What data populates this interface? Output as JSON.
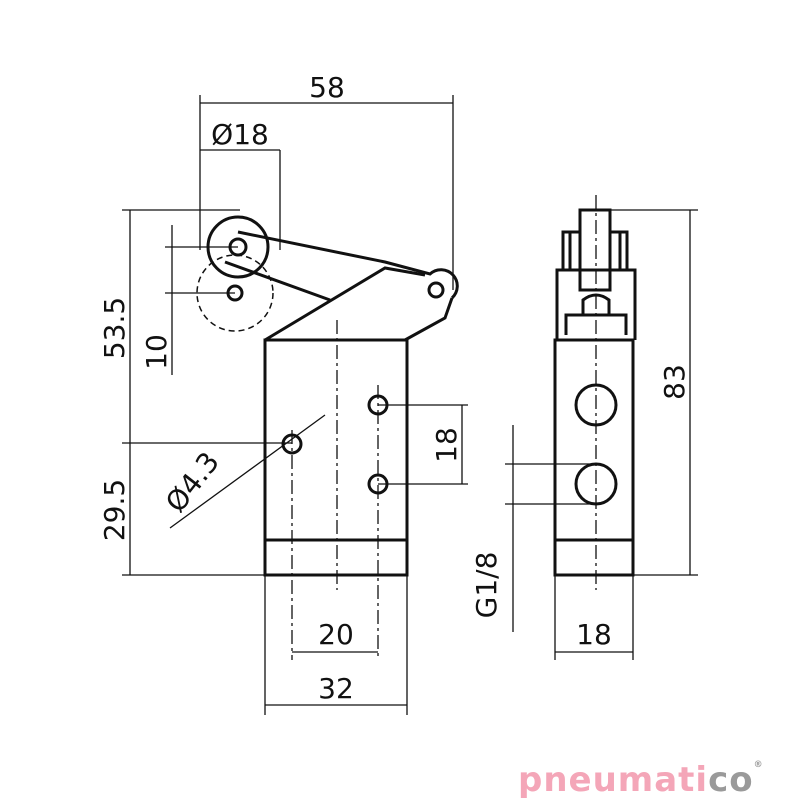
{
  "dimensions": {
    "overall_width": "58",
    "roller_diameter": "Ø18",
    "height_upper": "53.5",
    "roller_travel": "10",
    "height_lower": "29.5",
    "mount_hole": "Ø4.3",
    "hole_spacing": "18",
    "mount_spacing": "20",
    "body_width": "32",
    "port_thread": "G1/8",
    "side_width": "18",
    "overall_height": "83"
  },
  "logo": {
    "part1": "pneumati",
    "part2": "co",
    "mark": "®",
    "colors": {
      "pink": "#f4a6b8",
      "gray": "#9a9a9a"
    }
  }
}
